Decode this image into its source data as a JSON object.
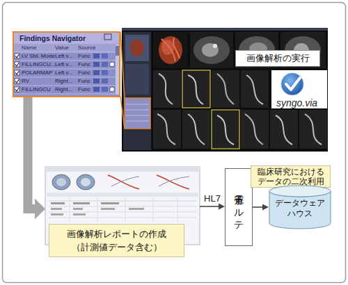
{
  "diagram": {
    "nodes": [
      {
        "text": [
          "Findings Navigator"
        ]
      },
      {
        "text": [
          "画像解析の実行"
        ]
      },
      {
        "text": [
          "画像解析レポートの作成 （計測値データ含む）"
        ]
      },
      {
        "text": [
          "電子カルテ"
        ]
      },
      {
        "text": [
          "臨床研究における データの二次利用"
        ]
      },
      {
        "text": [
          "データウェア ハウス"
        ]
      }
    ],
    "edges": [
      {
        "from": 0,
        "to": 2,
        "arrow": "to"
      },
      {
        "from": 2,
        "to": 3,
        "label": "HL7",
        "arrow": "to"
      },
      {
        "from": 3,
        "to": 5,
        "arrow": "to"
      }
    ],
    "labels": [
      "Name",
      "Value",
      "Source",
      "LV Std. Mode",
      "Left v...",
      "Func",
      "FILLINGCU...",
      "Left v...",
      "Func",
      "POLARMAP",
      "Left v...",
      "Func",
      "RV",
      "Right...",
      "Func",
      "FILLINGCU",
      "Right...",
      "Func",
      "syngo.via"
    ]
  }
}
